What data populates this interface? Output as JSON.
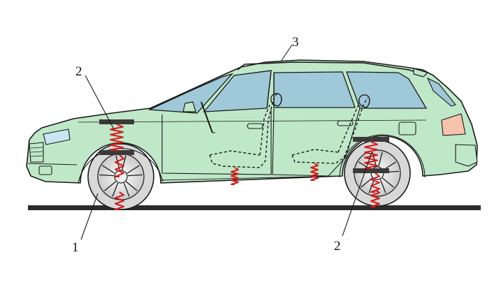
{
  "labels": {
    "spring_front": "2",
    "spring_rear": "2",
    "wheel": "1",
    "body": "3"
  },
  "colors": {
    "body": "#bfe8c8",
    "window": "#9fc8d8",
    "outline": "#1a1a1a",
    "spring": "#d11a1a",
    "pad": "#3a3a3a",
    "tire": "#d8d8d8",
    "taillight": "#f6c3ad",
    "ground": "#2c2c2c"
  }
}
